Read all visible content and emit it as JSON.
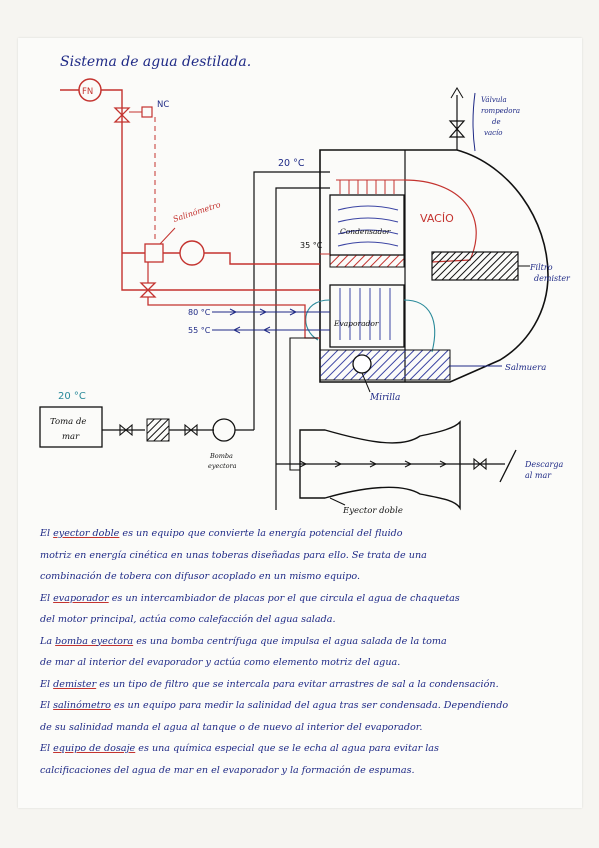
{
  "title": "Sistema de agua destilada.",
  "labels": {
    "fn": "FN",
    "nc": "NC",
    "valve_note": [
      "Válvula",
      "rompedora",
      "de",
      "vacío"
    ],
    "salinometro": "Salinómetro",
    "temp_top": "20 °C",
    "temp_35": "35 °C",
    "temp_80": "80 °C",
    "temp_55": "55 °C",
    "condensador": "Condensador",
    "vacio": "VACÍO",
    "filtro": [
      "Filtro",
      "demister"
    ],
    "evaporador": "Evaporador",
    "salmuera": "Salmuera",
    "mirilla": "Mirilla",
    "temp_sea": "20 °C",
    "toma": [
      "Toma de",
      "mar"
    ],
    "bomba": [
      "Bomba",
      "eyectora"
    ],
    "descarga": [
      "Descarga",
      "al mar"
    ],
    "eyector": "Eyector doble"
  },
  "notes": [
    {
      "before": "El ",
      "key": "eyector doble",
      "after": " es un equipo que convierte la energía potencial del fluido"
    },
    {
      "before": "motriz en energía cinética en unas toberas diseñadas para ello. Se trata de una",
      "key": "",
      "after": ""
    },
    {
      "before": "combinación de tobera con difusor acoplado en un mismo equipo.",
      "key": "",
      "after": ""
    },
    {
      "before": "El ",
      "key": "evaporador",
      "after": " es un intercambiador de placas por el que circula el agua de chaquetas"
    },
    {
      "before": "del motor principal, actúa como calefacción del agua salada.",
      "key": "",
      "after": ""
    },
    {
      "before": "La ",
      "key": "bomba eyectora",
      "after": " es una bomba centrífuga que impulsa el agua salada de la toma"
    },
    {
      "before": "de mar al interior del evaporador y actúa como elemento motriz del agua.",
      "key": "",
      "after": ""
    },
    {
      "before": "El ",
      "key": "demister",
      "after": " es un tipo de filtro que se intercala para evitar arrastres de sal a la condensación."
    },
    {
      "before": "El ",
      "key": "salinómetro",
      "after": " es un equipo para medir la salinidad del agua tras ser condensada. Dependiendo"
    },
    {
      "before": "de su salinidad manda el agua al tanque o de nuevo al interior del evaporador.",
      "key": "",
      "after": ""
    },
    {
      "before": "El ",
      "key": "equipo de dosaje",
      "after": " es una química especial que se le echa al agua para evitar las"
    },
    {
      "before": "calcificaciones del agua de mar en el evaporador y la formación de espumas.",
      "key": "",
      "after": ""
    }
  ]
}
